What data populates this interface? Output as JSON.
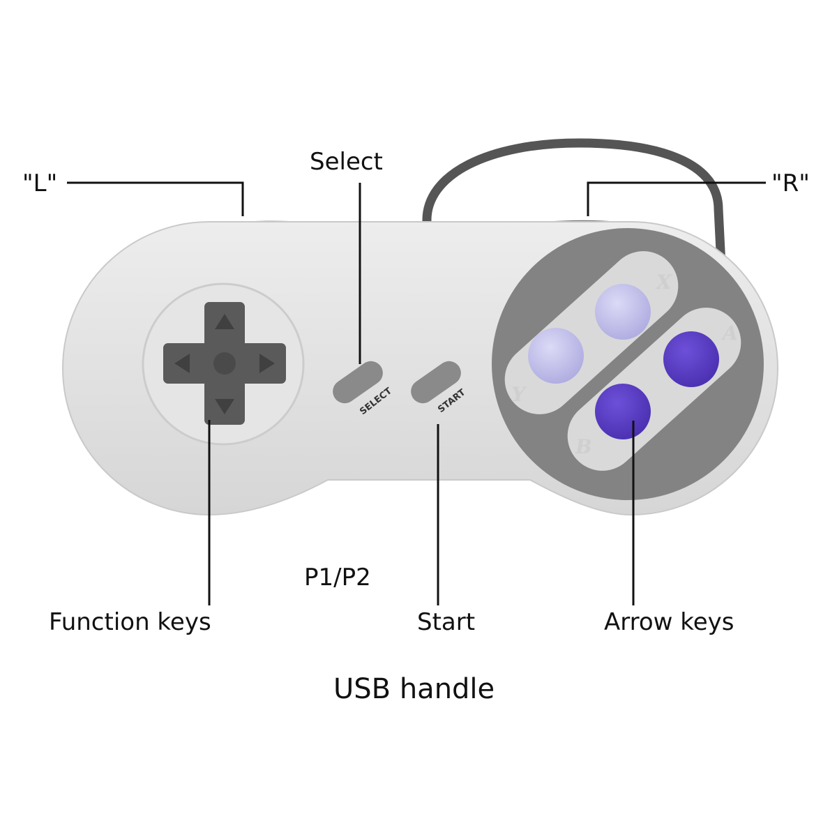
{
  "callouts": {
    "l_shoulder": "\"L\"",
    "r_shoulder": "\"R\"",
    "select": "Select",
    "start": "Start",
    "function_keys": "Function keys",
    "arrow_keys": "Arrow keys",
    "player": "P1/P2"
  },
  "caption": "USB handle",
  "controller": {
    "select_label": "SELECT",
    "start_label": "START",
    "face_buttons": {
      "x": "X",
      "y": "Y",
      "a": "A",
      "b": "B"
    }
  },
  "colors": {
    "body": "#e2e2e2",
    "face_plate": "#838383",
    "lavender_button": "#bfbde8",
    "purple_button": "#5a3cc4",
    "dpad": "#5a5a5a",
    "cable": "#555555"
  }
}
